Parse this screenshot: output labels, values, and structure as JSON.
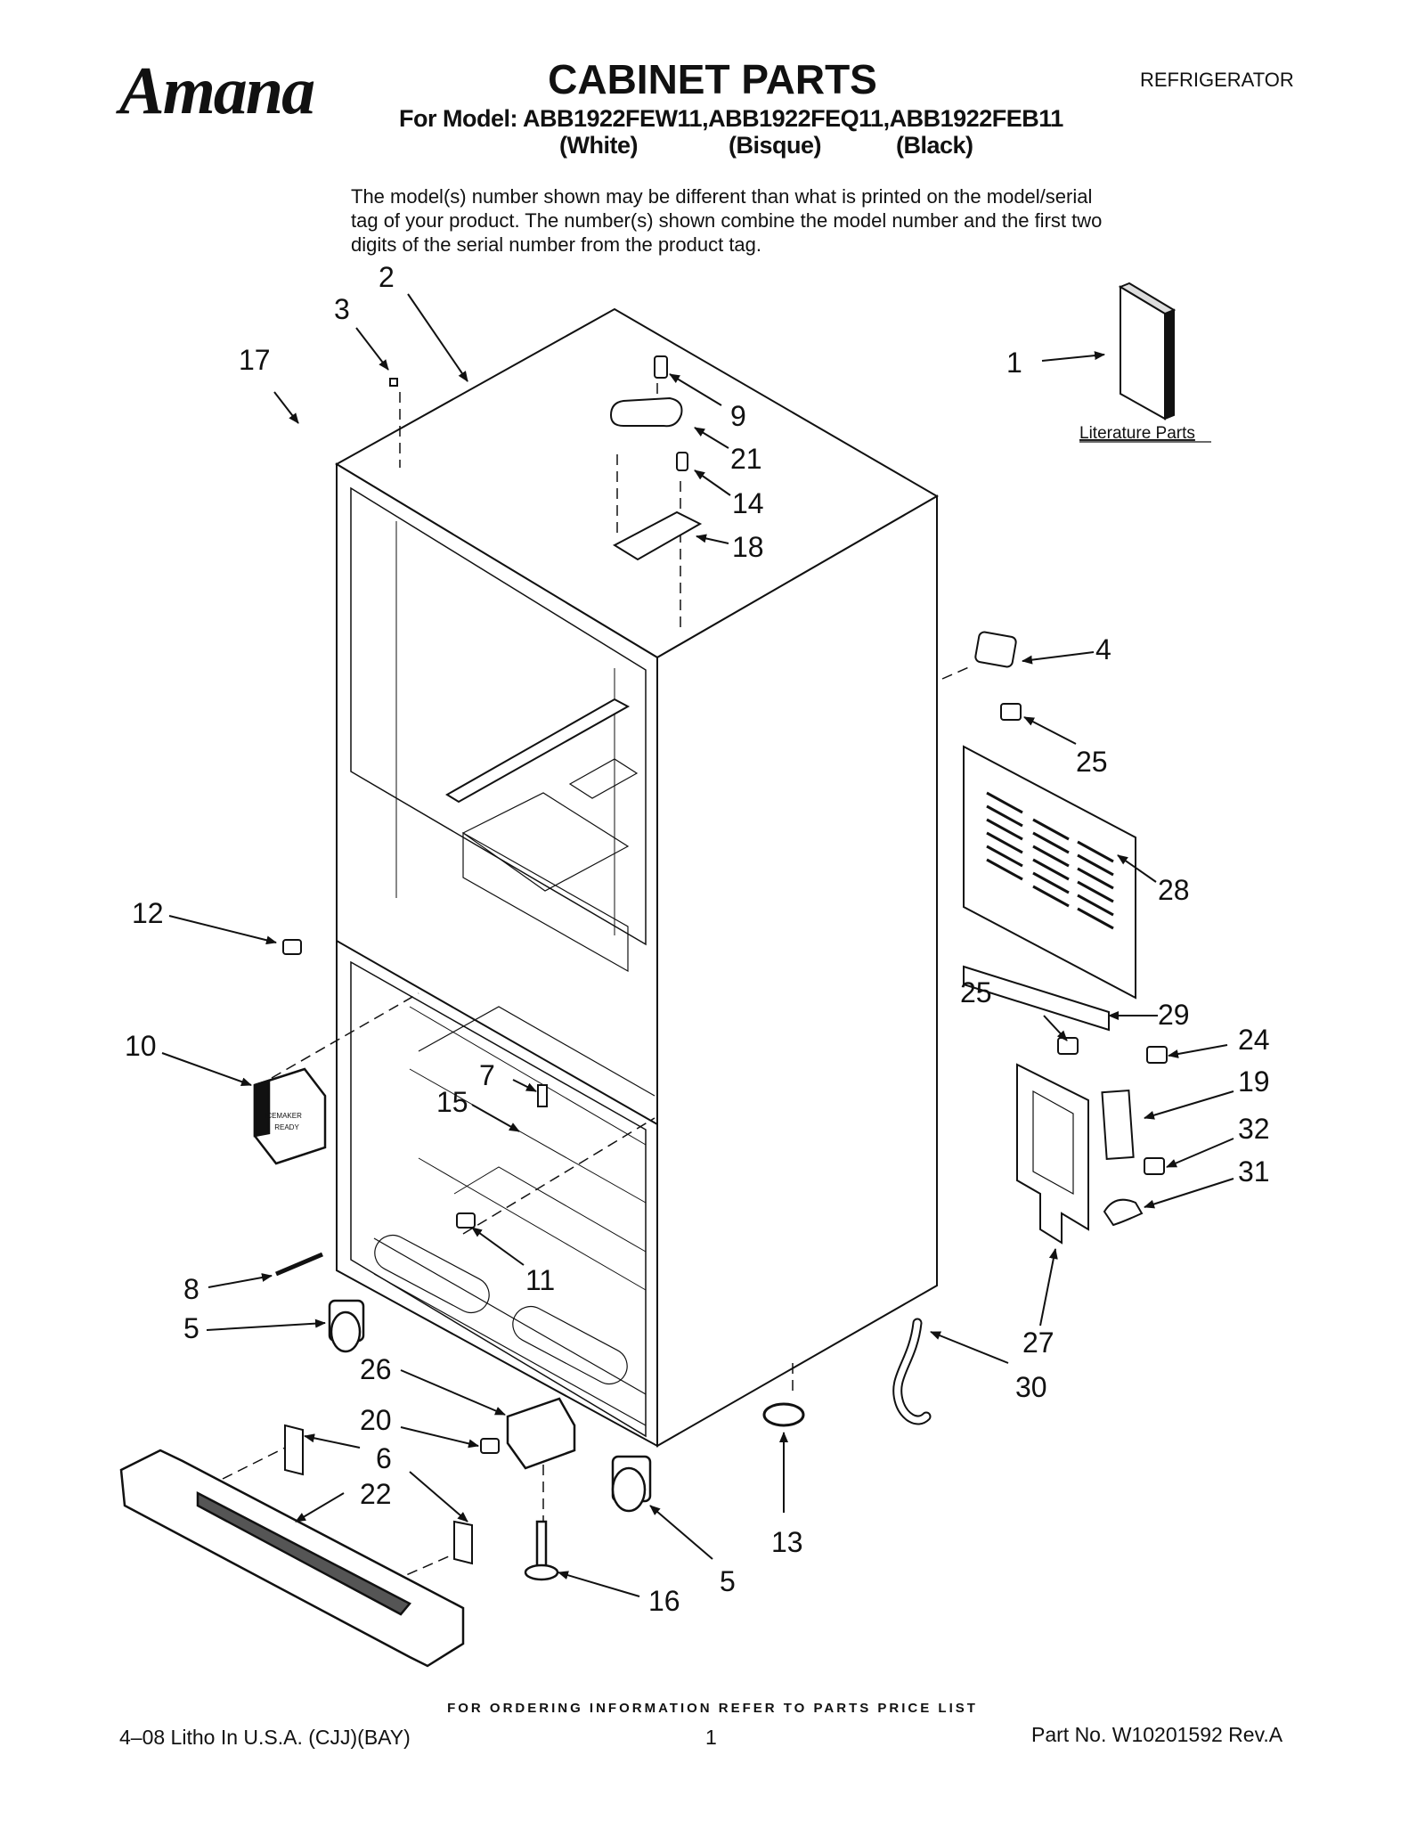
{
  "header": {
    "brand": "Amana",
    "title": "CABINET PARTS",
    "product_type": "REFRIGERATOR",
    "model_line": "For Model: ABB1922FEW11,ABB1922FEQ11,ABB1922FEB11",
    "colors": [
      "(White)",
      "(Bisque)",
      "(Black)"
    ]
  },
  "notice": "The model(s) number shown may be different than what is printed on the model/serial tag of your product. The number(s) shown combine the model number and the first two digits of the serial number from the product tag.",
  "diagram": {
    "callouts": [
      "1",
      "2",
      "3",
      "17",
      "9",
      "21",
      "14",
      "18",
      "4",
      "25",
      "28",
      "12",
      "25",
      "29",
      "24",
      "19",
      "32",
      "31",
      "10",
      "7",
      "15",
      "11",
      "8",
      "5",
      "27",
      "30",
      "26",
      "20",
      "6",
      "22",
      "5",
      "13",
      "16"
    ],
    "literature_label": "Literature Parts",
    "part_text_lines": [
      "ICEMAKER",
      "READY"
    ]
  },
  "footer": {
    "ordering": "FOR ORDERING INFORMATION REFER TO PARTS PRICE LIST",
    "litho": "4–08 Litho In U.S.A. (CJJ)(BAY)",
    "page": "1",
    "part_no": "Part No. W10201592 Rev.A"
  }
}
